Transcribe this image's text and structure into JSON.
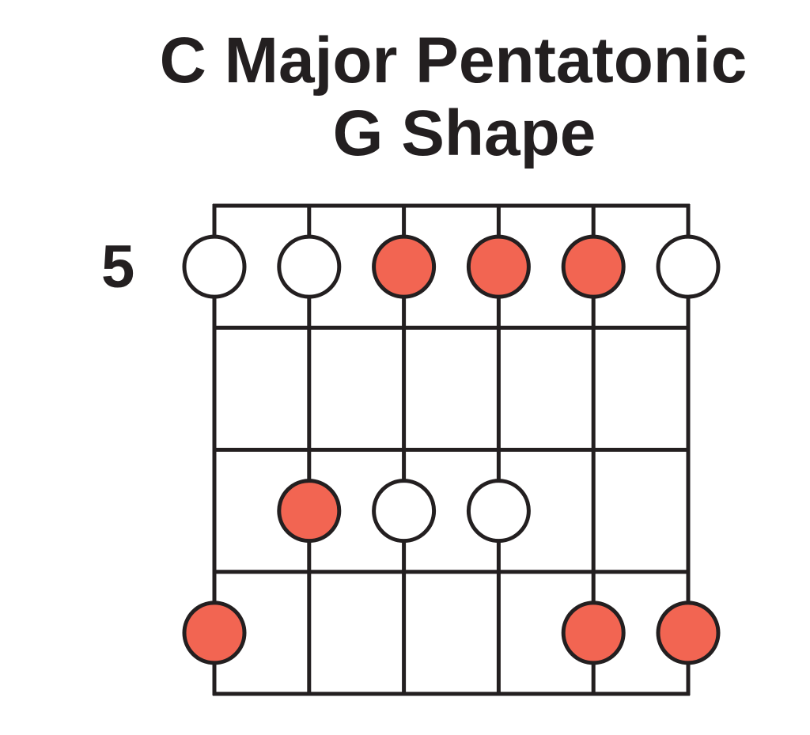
{
  "title": {
    "line1": "C Major Pentatonic",
    "line2": "G Shape"
  },
  "fretboard": {
    "start_fret_label": "5",
    "string_count": 6,
    "fret_count": 4,
    "colors": {
      "root": "#f26552",
      "note": "#ffffff",
      "outline": "#231f20",
      "line": "#231f20"
    },
    "notes": [
      {
        "string": 1,
        "fret": 1,
        "root": false
      },
      {
        "string": 2,
        "fret": 1,
        "root": false
      },
      {
        "string": 3,
        "fret": 1,
        "root": true
      },
      {
        "string": 4,
        "fret": 1,
        "root": true
      },
      {
        "string": 5,
        "fret": 1,
        "root": true
      },
      {
        "string": 6,
        "fret": 1,
        "root": false
      },
      {
        "string": 2,
        "fret": 3,
        "root": true
      },
      {
        "string": 3,
        "fret": 3,
        "root": false
      },
      {
        "string": 4,
        "fret": 3,
        "root": false
      },
      {
        "string": 1,
        "fret": 4,
        "root": true
      },
      {
        "string": 5,
        "fret": 4,
        "root": true
      },
      {
        "string": 6,
        "fret": 4,
        "root": true
      }
    ]
  }
}
